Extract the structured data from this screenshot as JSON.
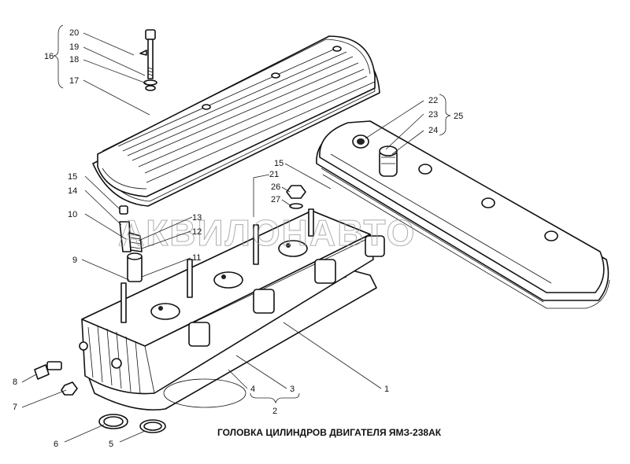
{
  "diagram": {
    "title": "ГОЛОВКА ЦИЛИНДРОВ ДВИГАТЕЛЯ ЯМЗ-238АК",
    "watermark": "АКВИЛОНАВТО",
    "callouts": [
      {
        "id": "c20",
        "label": "20"
      },
      {
        "id": "c19",
        "label": "19"
      },
      {
        "id": "c18",
        "label": "18"
      },
      {
        "id": "c17",
        "label": "17"
      },
      {
        "id": "c16",
        "label": "16"
      },
      {
        "id": "c22",
        "label": "22"
      },
      {
        "id": "c23",
        "label": "23"
      },
      {
        "id": "c24",
        "label": "24"
      },
      {
        "id": "c25",
        "label": "25"
      },
      {
        "id": "c15a",
        "label": "15"
      },
      {
        "id": "c14",
        "label": "14"
      },
      {
        "id": "c10",
        "label": "10"
      },
      {
        "id": "c21",
        "label": "21"
      },
      {
        "id": "c15b",
        "label": "15"
      },
      {
        "id": "c26",
        "label": "26"
      },
      {
        "id": "c27",
        "label": "27"
      },
      {
        "id": "c13",
        "label": "13"
      },
      {
        "id": "c12",
        "label": "12"
      },
      {
        "id": "c11",
        "label": "11"
      },
      {
        "id": "c9",
        "label": "9"
      },
      {
        "id": "c8",
        "label": "8"
      },
      {
        "id": "c7",
        "label": "7"
      },
      {
        "id": "c6",
        "label": "6"
      },
      {
        "id": "c5",
        "label": "5"
      },
      {
        "id": "c4",
        "label": "4"
      },
      {
        "id": "c3",
        "label": "3"
      },
      {
        "id": "c2",
        "label": "2"
      },
      {
        "id": "c1",
        "label": "1"
      }
    ]
  }
}
